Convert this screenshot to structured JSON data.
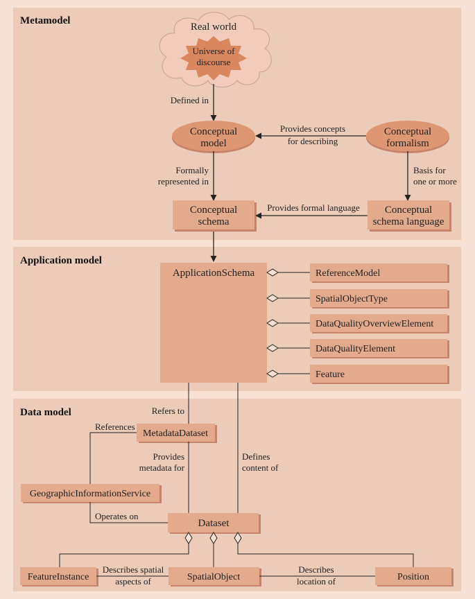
{
  "sections": {
    "metamodel": "Metamodel",
    "application": "Application model",
    "data": "Data model"
  },
  "metamodel": {
    "real_world": "Real world",
    "universe_line1": "Universe of",
    "universe_line2": "discourse",
    "defined_in": "Defined in",
    "conceptual_model_line1": "Conceptual",
    "conceptual_model_line2": "model",
    "conceptual_formalism_line1": "Conceptual",
    "conceptual_formalism_line2": "formalism",
    "provides_concepts_line1": "Provides concepts",
    "provides_concepts_line2": "for describing",
    "formally_line1": "Formally",
    "formally_line2": "represented in",
    "basis_line1": "Basis for",
    "basis_line2": "one or more",
    "conceptual_schema_line1": "Conceptual",
    "conceptual_schema_line2": "schema",
    "schema_language_line1": "Conceptual",
    "schema_language_line2": "schema language",
    "provides_formal": "Provides formal language"
  },
  "application": {
    "schema": "ApplicationSchema",
    "parts": [
      "ReferenceModel",
      "SpatialObjectType",
      "DataQualityOverviewElement",
      "DataQualityElement",
      "Feature"
    ]
  },
  "datamodel": {
    "refers_to": "Refers to",
    "references": "References",
    "metadata_dataset": "MetadataDataset",
    "provides_metadata_line1": "Provides",
    "provides_metadata_line2": "metadata for",
    "defines_content_line1": "Defines",
    "defines_content_line2": "content of",
    "geo_service": "GeographicInformationService",
    "operates_on": "Operates on",
    "dataset": "Dataset",
    "feature_instance": "FeatureInstance",
    "describes_spatial_line1": "Describes spatial",
    "describes_spatial_line2": "aspects of",
    "spatial_object": "SpatialObject",
    "describes_location_line1": "Describes",
    "describes_location_line2": "location of",
    "position": "Position"
  },
  "colors": {
    "page": "#f6e1d4",
    "panel": "#eccbb9",
    "box": "#e4aa8c",
    "ellipse": "#dd9873",
    "cloud": "#f2cbbb",
    "star": "#d9875f"
  }
}
